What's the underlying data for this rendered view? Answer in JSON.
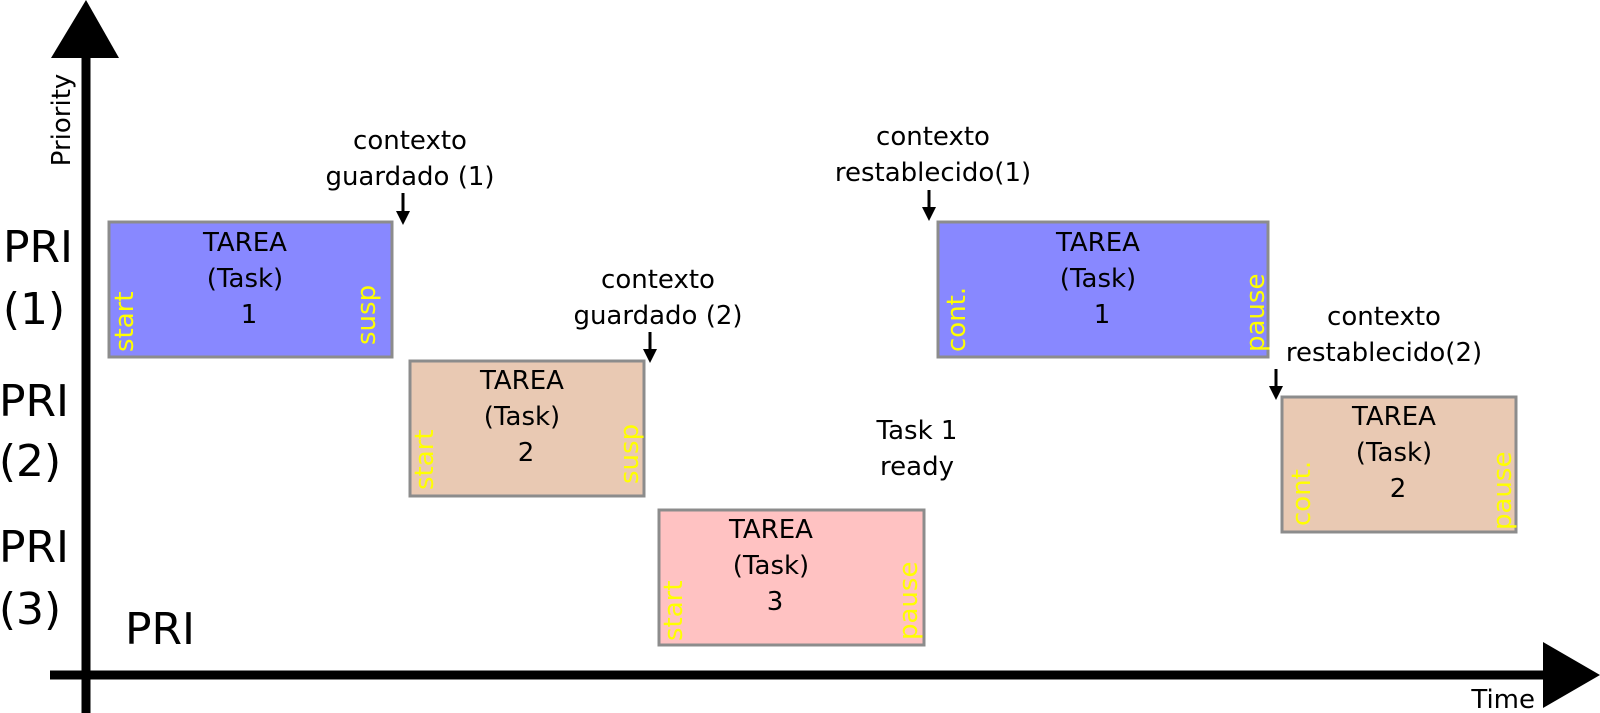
{
  "axes": {
    "y_label": "Priority",
    "x_label": "Time",
    "pri_rows": [
      {
        "line1": "PRI",
        "line2": "(1)"
      },
      {
        "line1": "PRI",
        "line2": "(2)"
      },
      {
        "line1": "PRI",
        "line2": "(3)"
      }
    ],
    "pri_extra": "PRI"
  },
  "tasks": [
    {
      "l1": "TAREA",
      "l2": "(Task)",
      "l3": "1",
      "left": "start",
      "right": "susp",
      "color": "#8888ff"
    },
    {
      "l1": "TAREA",
      "l2": "(Task)",
      "l3": "2",
      "left": "start",
      "right": "susp",
      "color": "#e9c9b3"
    },
    {
      "l1": "TAREA",
      "l2": "(Task)",
      "l3": "3",
      "left": "start",
      "right": "pause",
      "color": "#ffc2c2"
    },
    {
      "l1": "TAREA",
      "l2": "(Task)",
      "l3": "1",
      "left": "cont.",
      "right": "pause",
      "color": "#8888ff"
    },
    {
      "l1": "TAREA",
      "l2": "(Task)",
      "l3": "2",
      "left": "cont.",
      "right": "pause",
      "color": "#e9c9b3"
    }
  ],
  "annotations": [
    {
      "l1": "contexto",
      "l2": "guardado (1)"
    },
    {
      "l1": "contexto",
      "l2": "guardado (2)"
    },
    {
      "l1": "contexto",
      "l2": "restablecido(1)"
    },
    {
      "l1": "contexto",
      "l2": "restablecido(2)"
    }
  ],
  "note": {
    "l1": "Task 1",
    "l2": "ready"
  },
  "colors": {
    "axis": "#000000",
    "side_label": "#ffff00",
    "box_stroke": "#8c8c8c"
  }
}
